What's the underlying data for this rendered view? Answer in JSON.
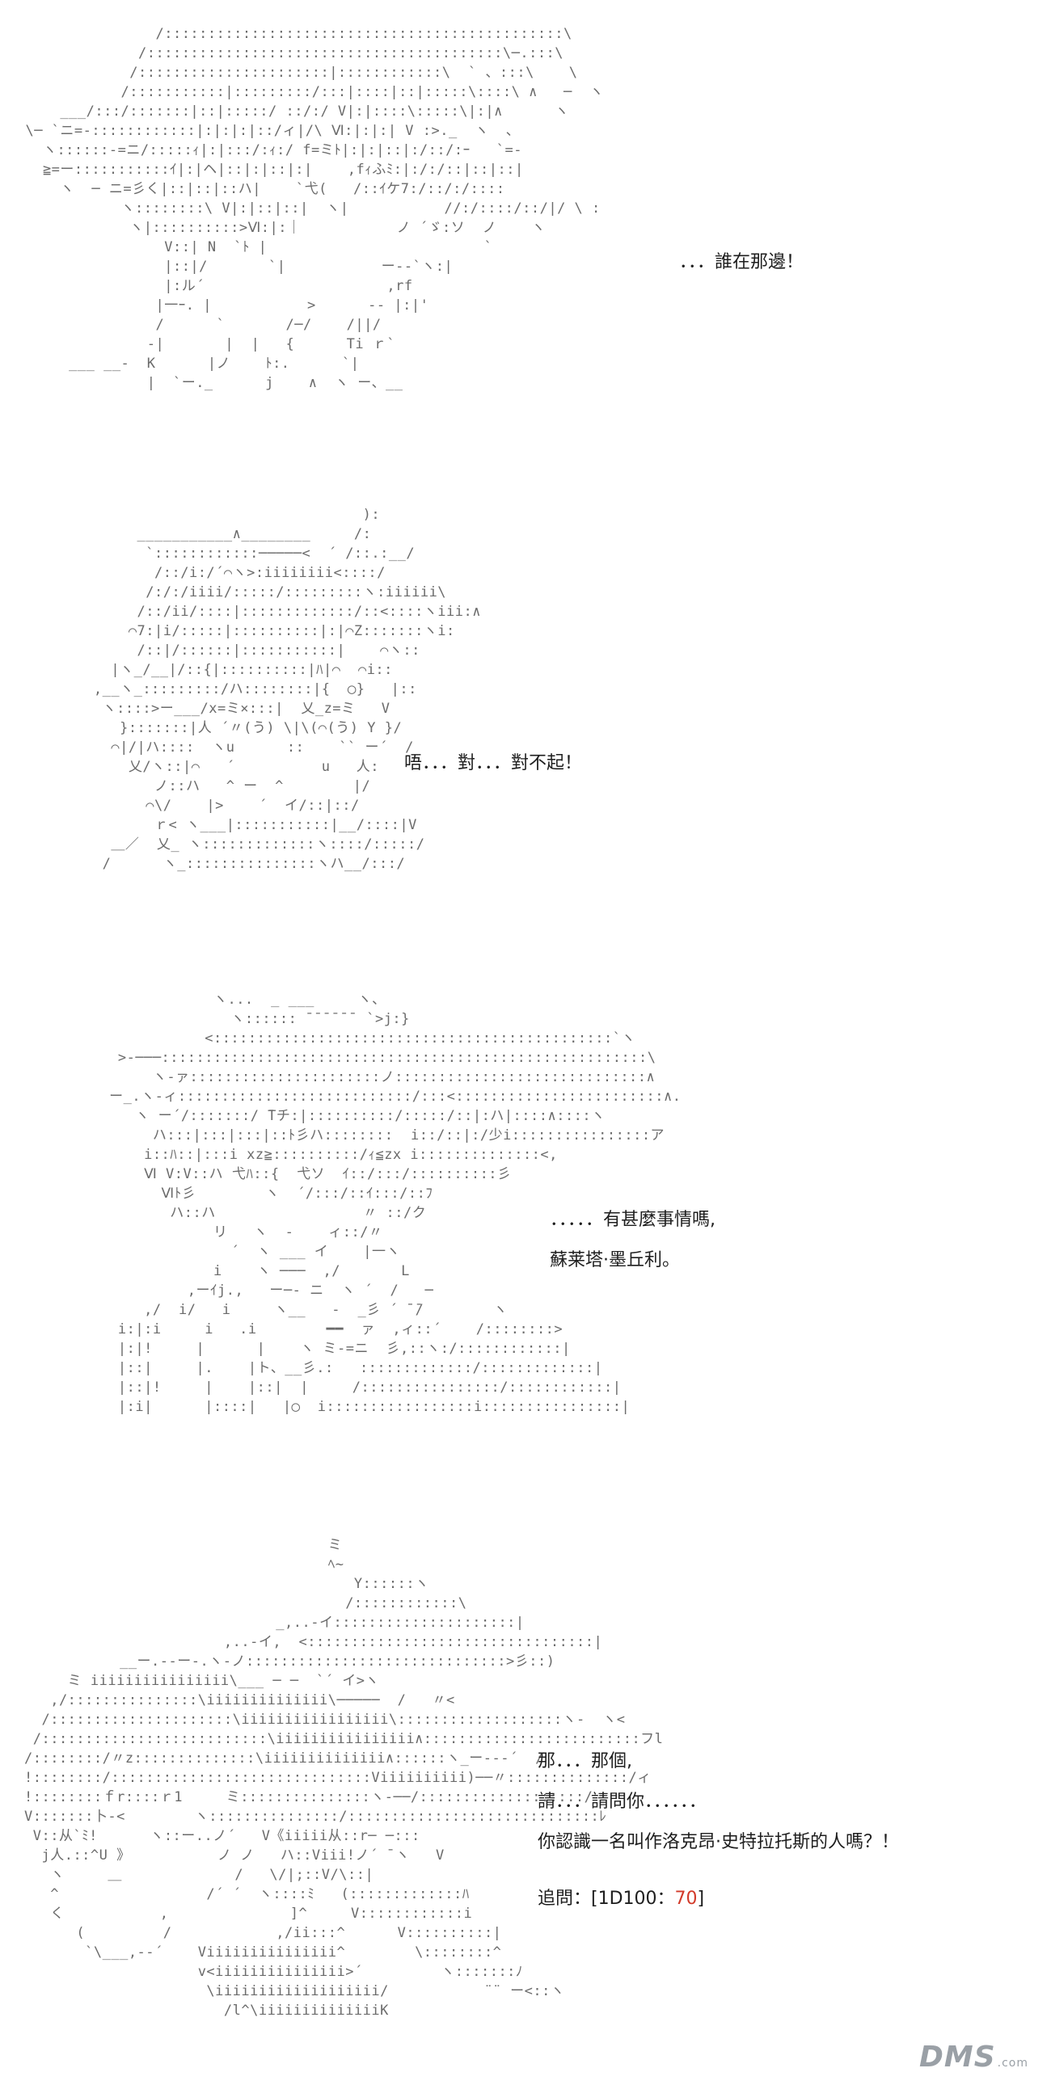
{
  "panels": [
    {
      "art": "                 /::::::::::::::::::::::::::::::::::::::::::::::\\\n               /:::::::::::::::::::::::::::::::::::::::::\\─.:::\\\n              /::::::::::::::::::::::|::::::::::::\\  ` 、:::\\    \\\n             /:::::::::::|:::::::::/:::|::::|::|:::::\\::::\\ ∧   ─  ヽ\n      ___/:::/:::::::|::|:::::/ ::/:/ V|:|::::\\:::::\\|:|∧      ヽ\n  \\─ `ニ=-::::::::::::|:|:|:|::/ィ|/\\ Ⅵ:|:|:| V :>._  ヽ  ､\n    ヽ::::::-=ニ/:::::ｨ|:|:::/:ｨ:/ f=ミﾄ|:|:|::|:/::/:ｰ   `=-\n    ≧=ー:::::::::::ｲ|:|ヘ|::|:|::|:|    ,fｨふﾐ:|:/:/::|::|::|\n      ヽ  ─ ニ=彡く|::|::|::ハ|    `弋(   /::ｲケ7:/::/:/::::\n             ヽ::::::::\\ V|:|::|::|  ヽ|           //:/::::/::/|/ \\ :\n              ヽ|::::::::::>Ⅵ:|:｜           ノ ´ゞ:ソ  ノ    ヽ\n                  V::| N  `ﾄ |                         `\n                  |::|/       `|           ー--`ヽ:|\n                  |:ル´                     ,rf\n                 |一ｰ. |           >      -- |:|'\n                 /      `       /─/    /||/\n                -|       |  |   {      Ti ｒ`\n       ___ __-  K      |ノ    ﾄ:.      `|\n                |  `ー._      j    ∧  ヽ ー、__",
      "lines": [
        "．．．誰在那邊！"
      ]
    },
    {
      "art": "                                       ):\n             ___________∧________     /:\n              `::::::::::::─────<  ´ /::.:__/\n               /::/i:/´⌒ヽ>:iiiiiiii<::::/\n              /:/:/iiii/:::::/:::::::::ヽ:iiiiii\\\n             /::/ii/::::|:::::::::::::/::<::::ヽiii:∧\n            ⌒7:|i/:::::|::::::::::|:|⌒Z:::::::ヽi:\n             /::|/::::::|:::::::::::|    ⌒ヽ::\n          |ヽ_/__|/::{|::::::::::|ﾊ|⌒  ⌒i::\n        ,__ヽ_:::::::::/ハ::::::::|{  ◯}   |::\n         ヽ::::>ー___/x=ミ×:::|  乂_z=ミ   V\n           }:::::::|人 ´〃(う) \\|\\(⌒(う) Y }/\n          ⌒|/|ハ::::  ヽu      ::    `` ー´  /\n            乂/ヽ::|⌒   ´          u   人:\n               ノ::ハ   ^ ー  ^        |/\n              ⌒\\/    |>    ´  イ/::|::/\n               ｒ< ヽ___|:::::::::::|__/::::|V\n          ＿／  乂_ ヽ:::::::::::::ヽ::::/:::::/\n         /      ヽ_:::::::::::::::ヽハ__/:::/",
      "lines": [
        "唔．．．對．．．對不起！"
      ]
    },
    {
      "art": "                   ヽ...  _ ___     ヽ、\n                     ヽ:::::: ̄ ̄ ̄ ̄ ̄ ̄  `>j:}\n                  <::::::::::::::::::::::::::::::::::::::::::::::`ヽ\n        >-───::::::::::::::::::::::::::::::::::::::::::::::::::::::::\\\n            ヽ-ァ::::::::::::::::::::::ノ:::::::::::::::::::::::::::::∧\n       ー_.ヽ-ィ:::::::::::::::::::::::::::/:::<::::::::::::::::::::::::∧.\n          ヽ ー´/:::::::/ ̄Tチ:|::::::::::/:::::/::|:ハ|::::∧::::ヽ\n            ハ:::|:::|:::|::ﾄ彡ハ::::::::  i::/::|:/少i::::::::::::::::ア\n           i::ﾊ::|:::i xz≧::::::::::/ｨ≦zx i::::::::::::::<,\n           Ⅵ V:V::ハ 弋ﾊ::{  弋ソ  ｲ::/:::/::::::::::彡\n             Ⅵﾄ彡        ヽ  ´/:::/::ｲ:::/::ﾌ\n              ハ::ハ                 〃 ::/ク\n                   リ   ヽ  ‐    ィ::/〃\n                     ´  ヽ ___ イ    |一ヽ\n                   i    ヽ ───  ,/       L\n                ,ーｲj.,   ー─- ニ  ヽ ´  /   ─\n           ,/  i/   i     ヽ__   -  _彡 ´ ̄ ̄/        ヽ\n        i:|:i     i   .i        ━━  ァ  ,ィ::´    /::::::::>\n        |:|!     |      |    ヽ ミ-=ニ  彡,::ヽ:/::::::::::::|\n        |::|     |.    |ト、__彡.:   :::::::::::::/:::::::::::::|\n        |::|!     |    |::|  |     /::::::::::::::::/::::::::::::|\n        |:i|      |::::|   |◯  i:::::::::::::::::i::::::::::::::::|",
      "lines": [
        "．．．．．有甚麼事情嗎,",
        "蘇莱塔·墨丘利。"
      ]
    },
    {
      "art": "                                   ミ\n                                   ﾍ~\n                                      Y::::::ヽ\n                                     /::::::::::::\\\n                             _,..-イ:::::::::::::::::::::|\n                       ,..-イ,  <:::::::::::::::::::::::::::::::::|\n           __ー.--ー-.ヽ-ノ::::::::::::::::::::::::::::::>彡::)\n     ミ iiiiiiiiiiiiiiii\\___ ─ ─  `´ イ>ヽ\n   ,/:::::::::::::::\\iiiiiiiiiiiiii\\─────  /   〃<\n  /:::::::::::::::::::::\\iiiiiiiiiiiiiiiii\\:::::::::::::::::::ヽ-  ヽ<\n /::::::::::::::::::::::::::\\iiiiiiiiiiiiiiii∧:::::::::::::::::::::::::フl\n/::::::::/〃z::::::::::::::\\iiiiiiiiiiiiii∧::::::ヽ_ー---´  /\n!::::::::/::::::::::::::::::::::::::::::Viiiiiiiiii)──〃::::::::::::::/ィ\n!::::::::ｆr::::ｒ1     ミ:::::::::::::::ヽ-──/:::::::::::::::::::/\nV:::::::卜-<        ヽ:::::::::::::::/:::::::::::::::::::::::::::::ﾚ\n V::从`ﾐ!      ヽ::ー..ノ´   V《iiiii从::r─ ─:::\n  j人.::^U 》          ノ ノ   ハ::Viii!ノ´ ̄ ヽ   V\n   ヽ     ＿             /   \\/|;::V/\\::|\n   ^                 /´ ´  ヽ::::ﾐ   (:::::::::::::ﾊ\n   く           ,              ]^     V::::::::::::i\n      (         /            ,/ii:::^      V::::::::::|\n       `\\___,--´    Viiiiiiiiiiiiiii^        \\::::::::^\n                    v<iiiiiiiiiiiiiii>´         ヽ:::::::ﾉ\n                     \\iiiiiiiiiiiiiiiiiii/           ¨¨ ー<::ヽ\n                       /l^\\iiiiiiiiiiiiiiK",
      "lines": [
        "那．．．那個,",
        "請．．．請問你．．．．．．",
        "你認識一名叫作洛克昂·史特拉托斯的人嗎？！"
      ],
      "roll_label": "追問：[1D100：",
      "roll_value": "70",
      "roll_close": "]"
    }
  ],
  "watermark": {
    "text": "DMS",
    "suffix": ".com"
  },
  "colors": {
    "art": "#6b6b6b",
    "text": "#1e1e1e",
    "roll_value": "#d23a2a"
  }
}
